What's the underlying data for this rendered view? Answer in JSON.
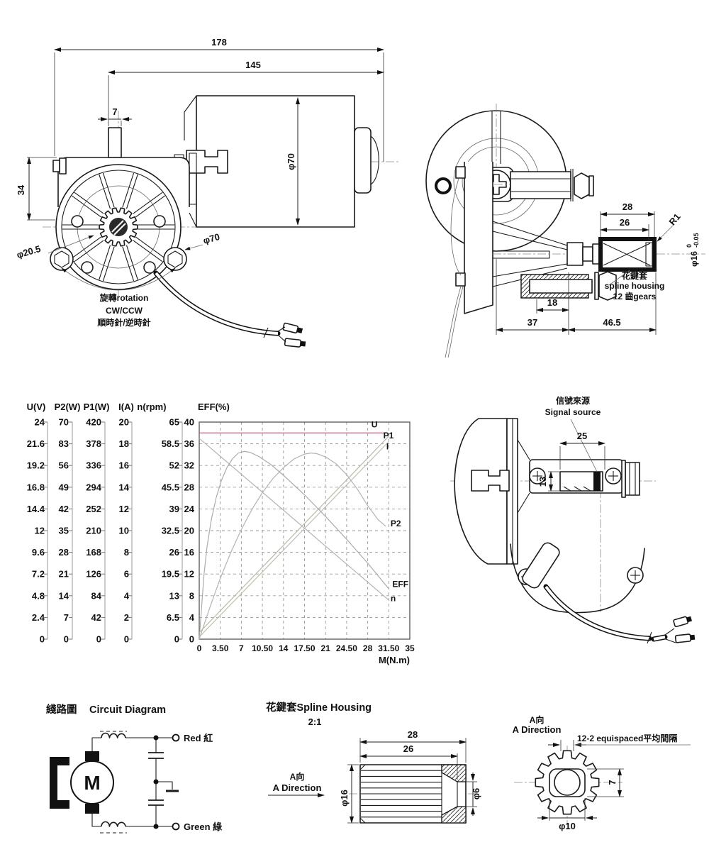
{
  "front_view": {
    "dim_overall": "178",
    "dim_body": "145",
    "dim_tab": "7",
    "dim_mount": "34",
    "dia_body": "φ70",
    "dia_hub": "φ20.5",
    "dia_wheel": "φ70",
    "rotation_label": "旋轉rotation",
    "direction_label": "CW/CCW",
    "direction_label_zh": "順時針/逆時針"
  },
  "side_view": {
    "dim_housing": "28",
    "dim_spline": "26",
    "radius_label": "R1",
    "shaft_dia": "φ16",
    "tol_upper": "0",
    "tol_lower": "-0.05",
    "dim_bolt": "18",
    "dim_gearbox": "37",
    "dim_shaft": "46.5",
    "spline_zh": "花鍵套",
    "spline_en": "spline housing",
    "gears_label": "12 齒gears"
  },
  "signal_view": {
    "source_zh": "信號來源",
    "source_en": "Signal source",
    "dim_width": "25",
    "dim_height": "13"
  },
  "circuit": {
    "title_zh": "綫路圖",
    "title_en": "Circuit Diagram",
    "motor_label": "M",
    "red_label": "Red 紅",
    "green_label": "Green 綠"
  },
  "spline_detail": {
    "title": "花鍵套Spline Housing",
    "scale_label": "2:1",
    "dim_outer": "28",
    "dim_inner": "26",
    "dia_outer": "φ16",
    "dia_bore": "φ6",
    "a_zh": "A向",
    "a_en": "A Direction"
  },
  "a_view": {
    "a_zh": "A向",
    "a_en": "A Direction",
    "spacing_note": "12-2 equispaced平均間隔",
    "dim_flat": "7",
    "dia_hole": "φ10"
  },
  "chart_data": {
    "type": "line",
    "title": "EFF(%)",
    "xlabel": "M(N.m)",
    "xlim": [
      0,
      35
    ],
    "ylim": [
      0,
      40
    ],
    "grid": "dashed",
    "x_tick_labels": [
      "0",
      "3.50",
      "7",
      "10.50",
      "14",
      "17.50",
      "21",
      "24.50",
      "28",
      "31.50",
      "35"
    ],
    "eff_tick_labels": [
      "40",
      "36",
      "32",
      "28",
      "24",
      "20",
      "16",
      "12",
      "8",
      "4",
      "0"
    ],
    "axis_columns": [
      {
        "label": "U(V)",
        "color": "#cc1166",
        "values": [
          "24",
          "21.6",
          "19.2",
          "16.8",
          "14.4",
          "12",
          "9.6",
          "7.2",
          "4.8",
          "2.4",
          "0"
        ]
      },
      {
        "label": "P2(W)",
        "color": "#2e6b6b",
        "values": [
          "70",
          "83",
          "56",
          "49",
          "42",
          "35",
          "28",
          "21",
          "14",
          "7",
          "0"
        ]
      },
      {
        "label": "P1(W)",
        "color": "#2e6b6b",
        "values": [
          "420",
          "378",
          "336",
          "294",
          "252",
          "210",
          "168",
          "126",
          "84",
          "42",
          "0"
        ]
      },
      {
        "label": "I(A)",
        "color": "#6b6b00",
        "values": [
          "20",
          "18",
          "16",
          "14",
          "12",
          "10",
          "8",
          "6",
          "4",
          "2",
          "0"
        ]
      },
      {
        "label": "n(rpm)",
        "color": "#a04a00",
        "values": [
          "65",
          "58.5",
          "52",
          "45.5",
          "39",
          "32.5",
          "26",
          "19.5",
          "13",
          "6.5",
          "0"
        ]
      }
    ],
    "series": [
      {
        "name": "U",
        "axis": "U(V)",
        "line_color": "#d4688c",
        "label_color": "#cc1166",
        "y_units": "EFF-axis 0-40",
        "points": [
          [
            0,
            38
          ],
          [
            31.2,
            38
          ]
        ],
        "label_at": [
          28.6,
          39.0
        ]
      },
      {
        "name": "P1",
        "axis": "P1(W)",
        "line_color": "#b9b9a9",
        "label_color": "#2e6b6b",
        "y_units": "EFF-axis 0-40",
        "points": [
          [
            0,
            1.2
          ],
          [
            31.5,
            37.4
          ]
        ],
        "label_at": [
          30.6,
          37.0
        ]
      },
      {
        "name": "I",
        "axis": "I(A)",
        "line_color": "#c0c0ae",
        "label_color": "#6b6b00",
        "y_units": "EFF-axis 0-40",
        "points": [
          [
            0,
            0.4
          ],
          [
            31.5,
            36.4
          ]
        ],
        "label_at": [
          31.1,
          35.0
        ]
      },
      {
        "name": "n",
        "axis": "n(rpm)",
        "line_color": "#b3b3b3",
        "label_color": "#a04a00",
        "y_units": "EFF-axis 0-40",
        "points": [
          [
            0,
            37
          ],
          [
            31.5,
            7.2
          ]
        ],
        "label_at": [
          31.8,
          7.0
        ]
      },
      {
        "name": "EFF",
        "axis": "EFF(%)",
        "line_color": "#ababab",
        "label_color": "#1a1a1a",
        "y_units": "EFF-axis 0-40",
        "points": [
          [
            0,
            0
          ],
          [
            0.4,
            6
          ],
          [
            0.8,
            12
          ],
          [
            1.3,
            17
          ],
          [
            2,
            22
          ],
          [
            2.8,
            26
          ],
          [
            3.7,
            29.3
          ],
          [
            4.6,
            31.6
          ],
          [
            5.5,
            33.2
          ],
          [
            6.5,
            34.3
          ],
          [
            7.5,
            34.6
          ],
          [
            8.5,
            34.4
          ],
          [
            10,
            33.6
          ],
          [
            12,
            32.1
          ],
          [
            14,
            30.2
          ],
          [
            17.5,
            26.6
          ],
          [
            21,
            22.6
          ],
          [
            24.5,
            18.4
          ],
          [
            28,
            14
          ],
          [
            31.5,
            9.3
          ]
        ],
        "label_at": [
          32.1,
          9.6
        ]
      },
      {
        "name": "P2",
        "axis": "P2(W)",
        "line_color": "#b3b3b3",
        "label_color": "#2e6b6b",
        "y_units": "EFF-axis 0-40",
        "points": [
          [
            0,
            0
          ],
          [
            1.75,
            5.8
          ],
          [
            3.5,
            11.2
          ],
          [
            5.25,
            16
          ],
          [
            7,
            20.2
          ],
          [
            8.75,
            23.9
          ],
          [
            10.5,
            27
          ],
          [
            12.25,
            29.6
          ],
          [
            14,
            31.6
          ],
          [
            15.75,
            33.2
          ],
          [
            17.5,
            34.1
          ],
          [
            18.5,
            34.3
          ],
          [
            19.5,
            34.2
          ],
          [
            21,
            33.6
          ],
          [
            22.75,
            32.3
          ],
          [
            24.5,
            30.3
          ],
          [
            26.25,
            27.7
          ],
          [
            28,
            24.6
          ],
          [
            29.75,
            22
          ],
          [
            31,
            20.8
          ]
        ],
        "label_at": [
          31.8,
          20.8
        ]
      }
    ]
  }
}
